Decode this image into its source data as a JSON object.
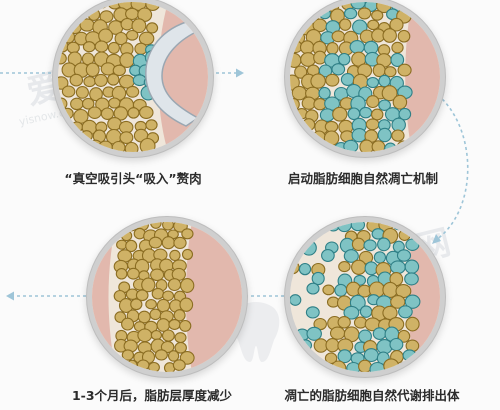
{
  "steps": [
    {
      "label": "“真空吸引头“吸入”赘肉"
    },
    {
      "label": "启动脂肪细胞自然凋亡机制"
    },
    {
      "label": "凋亡的脂肪细胞自然代谢排出体"
    },
    {
      "label": "1-3个月后，脂肪层厚度减少"
    }
  ],
  "watermark": {
    "text": "爱网",
    "url": "yisnow.com"
  },
  "colors": {
    "fat": "#cfb266",
    "fat_edge": "#8b6d22",
    "teal": "#7fc3c4",
    "teal_edge": "#2f7f86",
    "skin": "#e2b8ad",
    "tissue": "#efe6da",
    "arrow": "#9ec5d8"
  }
}
